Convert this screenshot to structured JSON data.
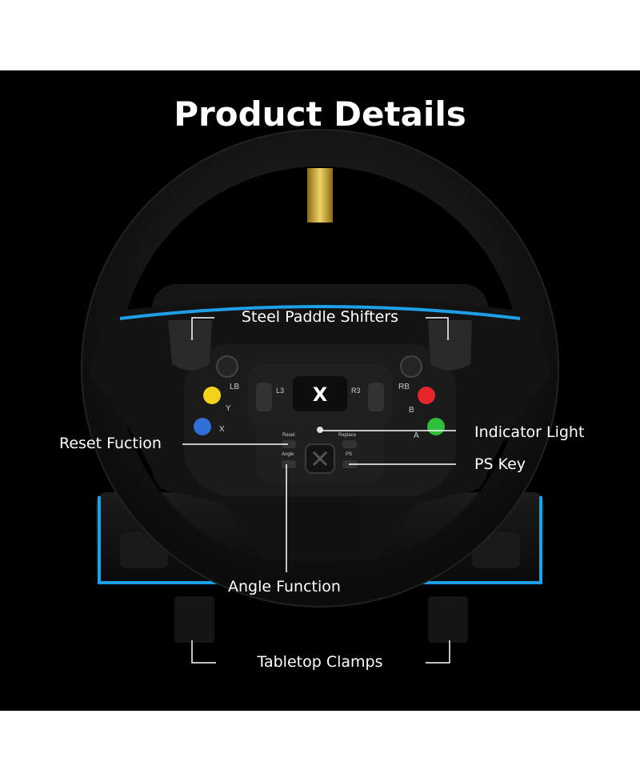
{
  "title": "Product Details",
  "labels": {
    "paddle_shifters": "Steel Paddle Shifters",
    "reset": "Reset Fuction",
    "indicator": "Indicator Light",
    "ps_key": "PS Key",
    "angle": "Angle Function",
    "clamps": "Tabletop Clamps"
  },
  "wheel_buttons": {
    "lb": "LB",
    "rb": "RB",
    "l3": "L3",
    "r3": "R3",
    "y": "Y",
    "x": "X",
    "b": "B",
    "a": "A",
    "reset": "Reset",
    "angle": "Angle",
    "replace": "Replace",
    "ps": "PS"
  },
  "colors": {
    "background": "#000000",
    "accent_blue": "#1ea0e8",
    "gold_stripe": "#c9a227",
    "button_y": "#f2d21b",
    "button_x": "#2f6fd6",
    "button_b": "#e5262b",
    "button_a": "#2fbf3a"
  }
}
